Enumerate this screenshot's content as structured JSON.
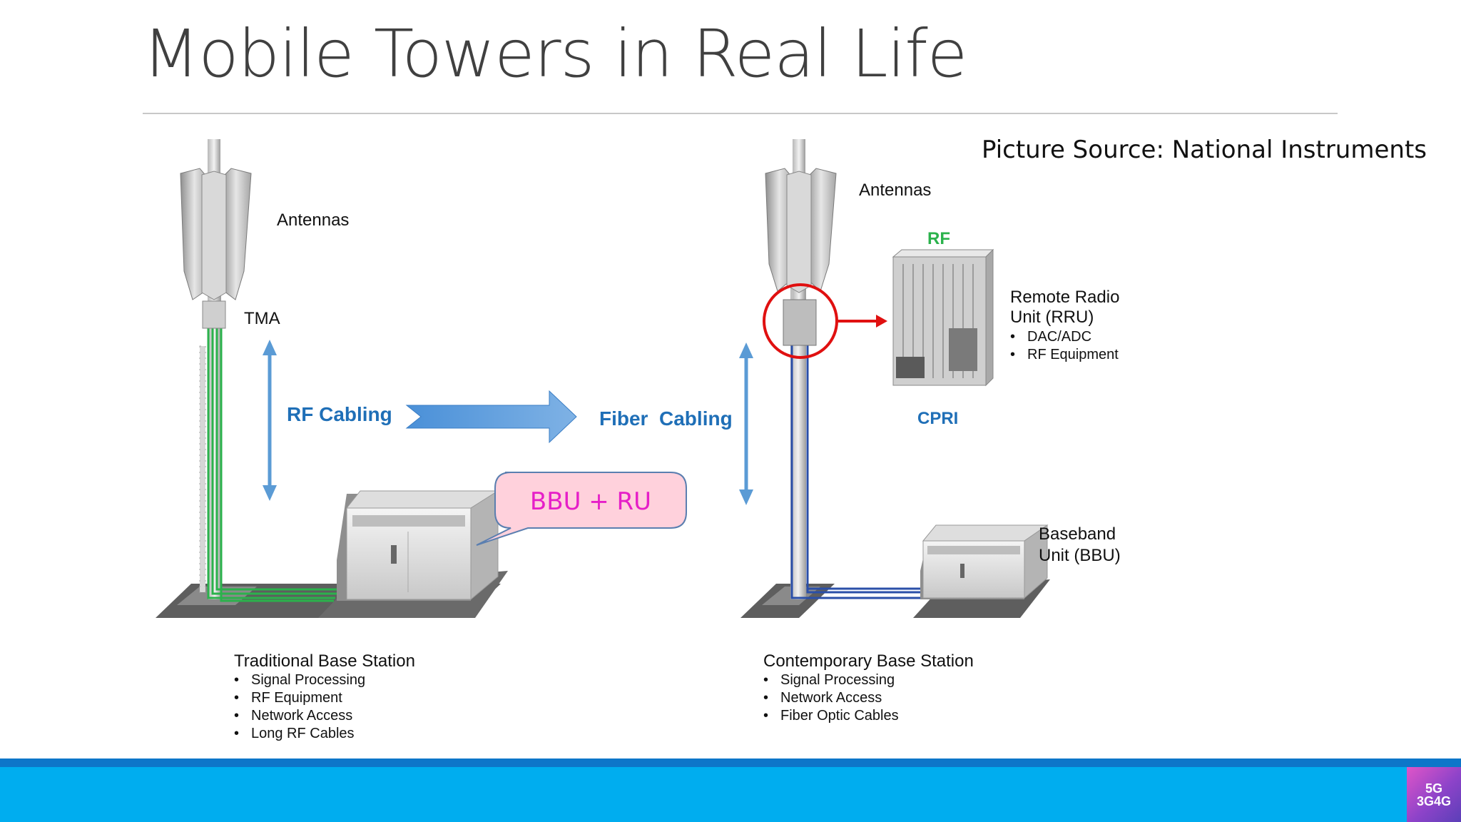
{
  "slide": {
    "title": "Mobile Towers in Real Life",
    "source": "Picture Source: National Instruments"
  },
  "left": {
    "antennas": "Antennas",
    "tma": "TMA",
    "cabling": "RF Cabling",
    "callout": "BBU + RU",
    "station_title": "Traditional Base Station",
    "bullets": [
      "Signal Processing",
      "RF Equipment",
      "Network Access",
      "Long RF Cables"
    ]
  },
  "right": {
    "antennas": "Antennas",
    "cabling": "Fiber  Cabling",
    "rf": "RF",
    "cpri": "CPRI",
    "rru_title_1": "Remote Radio",
    "rru_title_2": "Unit (RRU)",
    "rru_bullets": [
      "DAC/ADC",
      "RF Equipment"
    ],
    "bbu_title_1": "Baseband",
    "bbu_title_2": "Unit (BBU)",
    "station_title": "Contemporary Base Station",
    "bullets": [
      "Signal Processing",
      "Network Access",
      "Fiber Optic Cables"
    ]
  },
  "logo": {
    "line1": "5G",
    "line2": "3G4G"
  },
  "colors": {
    "accent_blue": "#1f6fb7",
    "arrow_blue": "#5b9bd5",
    "rf_green": "#2bb24c",
    "callout_fill": "#ffd1dc",
    "callout_text": "#e61fc8",
    "highlight_red": "#e01010",
    "band": "#00adef"
  },
  "icons": [
    "antenna-icon",
    "base-station-cabinet-icon",
    "rru-icon",
    "right-arrow-icon",
    "double-arrow-icon",
    "red-arrow-icon"
  ]
}
